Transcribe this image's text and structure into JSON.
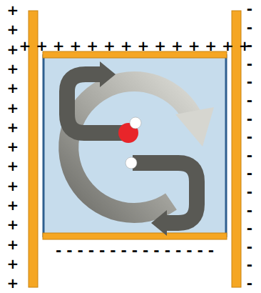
{
  "diagram": {
    "labels": [
      "+",
      "+",
      "+",
      "+",
      "+",
      "+",
      "+",
      "+",
      "+",
      "+",
      "+",
      "+",
      "+",
      "+",
      "+",
      "-",
      "-",
      "-",
      "-",
      "-",
      "-",
      "-",
      "-",
      "-",
      "-",
      "-",
      "-",
      "-",
      "-",
      "-",
      "-",
      "+ + + + + + + + + + + + + +",
      "- - - - - - - - - - - - - - -"
    ]
  }
}
